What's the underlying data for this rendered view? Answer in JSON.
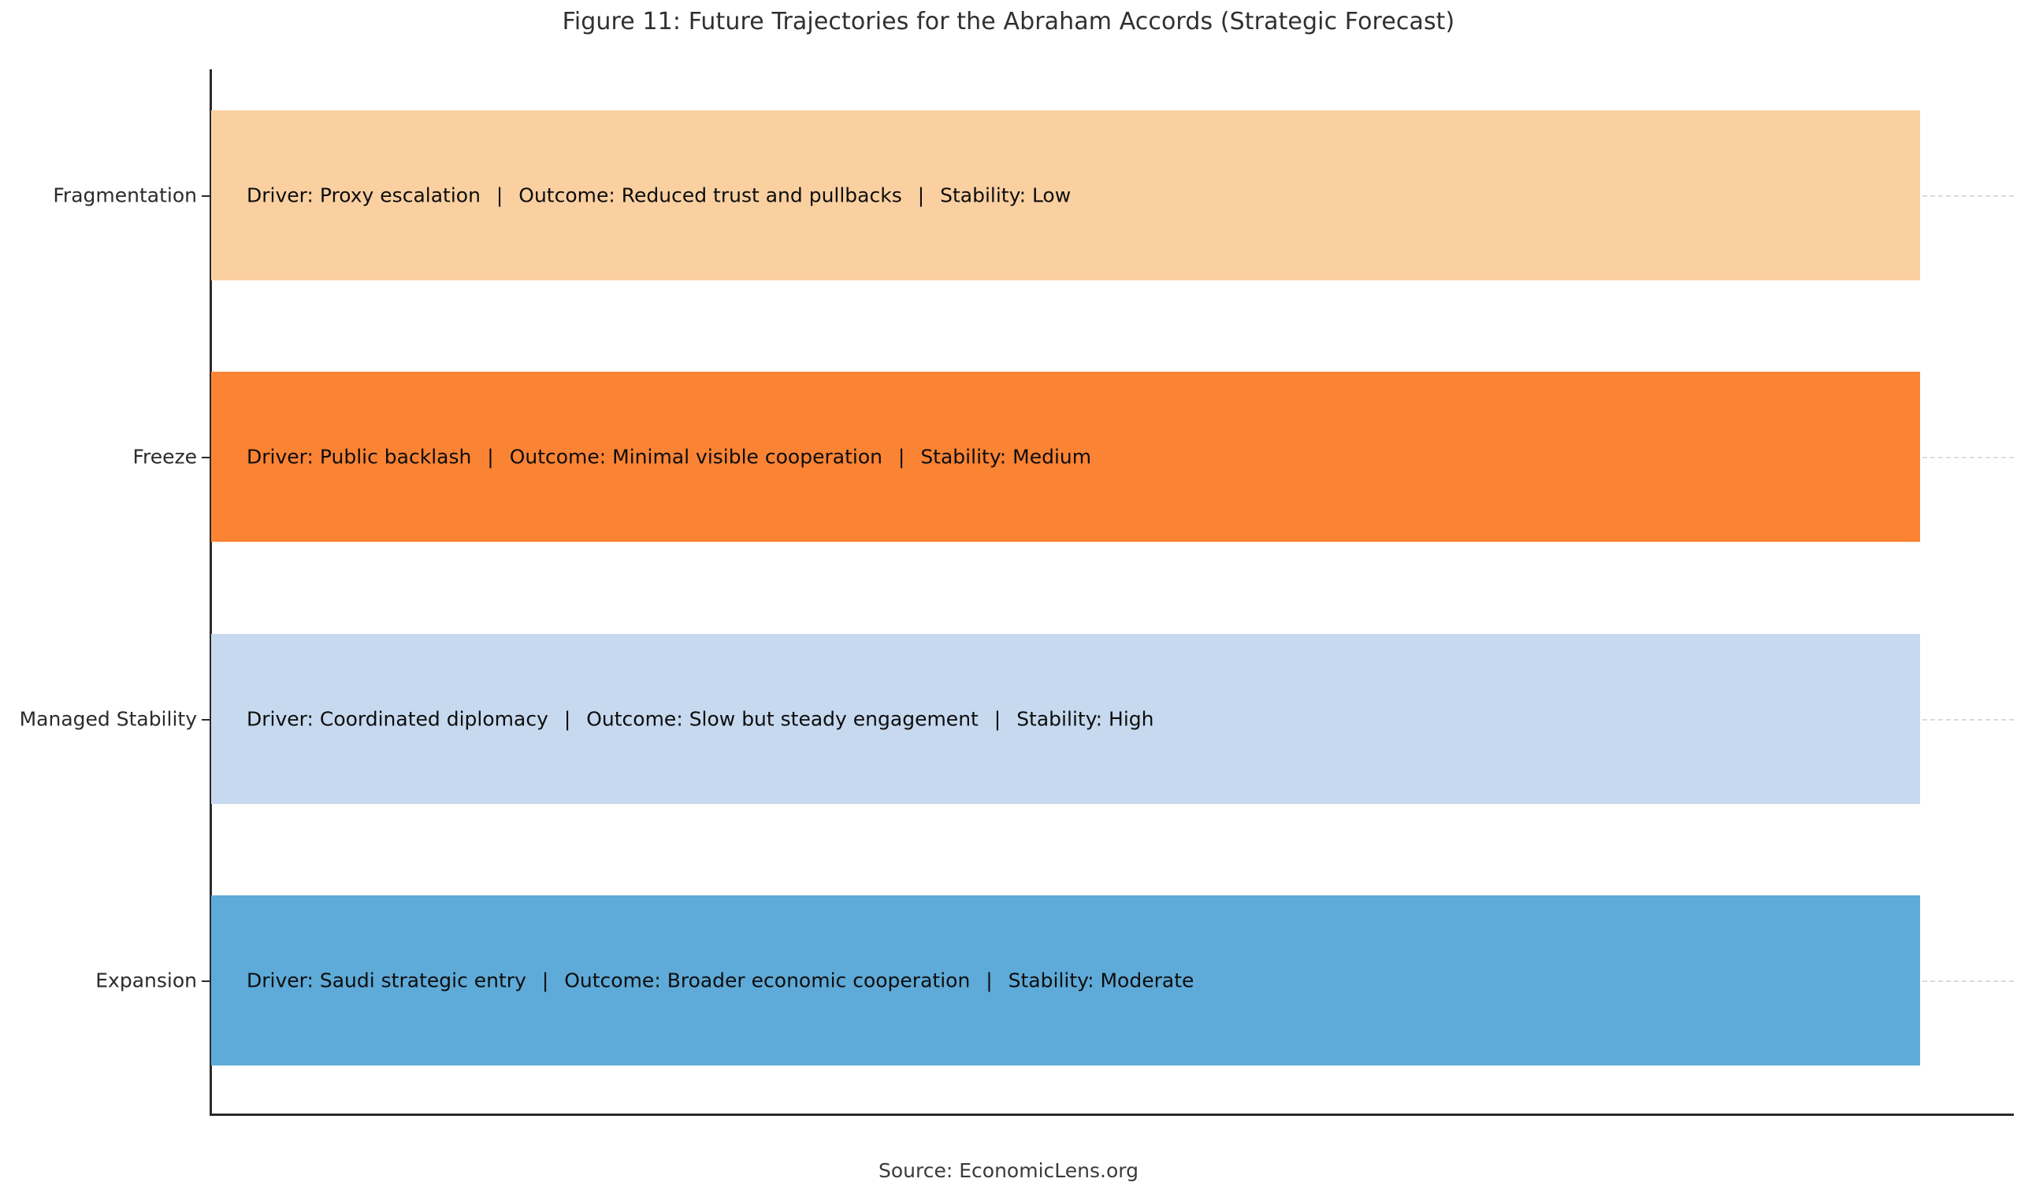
{
  "chart_data": {
    "type": "bar",
    "orientation": "horizontal",
    "title": "Figure 11: Future Trajectories for the Abraham Accords (Strategic Forecast)",
    "xlabel": "",
    "ylabel": "",
    "grid": true,
    "legend": null,
    "source_note": "Source: EconomicLens.org",
    "categories": [
      "Expansion",
      "Managed Stability",
      "Freeze",
      "Fragmentation"
    ],
    "values": [
      1,
      1,
      1,
      1
    ],
    "xlim": [
      0,
      1.055
    ],
    "note": "All four scenario bars are drawn to equal length; the bar value encodes presence of a scenario, not a magnitude.",
    "colors": [
      "#5eaad8",
      "#c6d9ef",
      "#fa8334",
      "#fbd0a1"
    ],
    "series": [
      {
        "name": "Scenario bars",
        "values": [
          1,
          1,
          1,
          1
        ]
      }
    ],
    "points": [
      {
        "category": "Fragmentation",
        "value": 1,
        "color": "#fbd0a1",
        "driver_label": "Driver: Proxy escalation",
        "outcome_label": "Outcome: Reduced trust and pullbacks",
        "stability_label": "Stability: Low",
        "separator": "|",
        "driver": "Proxy escalation",
        "outcome": "Reduced trust and pullbacks",
        "stability": "Low"
      },
      {
        "category": "Freeze",
        "value": 1,
        "color": "#fa8334",
        "driver_label": "Driver: Public backlash",
        "outcome_label": "Outcome: Minimal visible cooperation",
        "stability_label": "Stability: Medium",
        "separator": "|",
        "driver": "Public backlash",
        "outcome": "Minimal visible cooperation",
        "stability": "Medium"
      },
      {
        "category": "Managed Stability",
        "value": 1,
        "color": "#c6d9ef",
        "driver_label": "Driver: Coordinated diplomacy",
        "outcome_label": "Outcome: Slow but steady engagement",
        "stability_label": "Stability: High",
        "separator": "|",
        "driver": "Coordinated diplomacy",
        "outcome": "Slow but steady engagement",
        "stability": "High"
      },
      {
        "category": "Expansion",
        "value": 1,
        "color": "#5eaad8",
        "driver_label": "Driver: Saudi strategic entry",
        "outcome_label": "Outcome: Broader economic cooperation",
        "stability_label": "Stability: Moderate",
        "separator": "|",
        "driver": "Saudi strategic entry",
        "outcome": "Broader economic cooperation",
        "stability": "Moderate"
      }
    ]
  },
  "axis": {
    "ytick_labels": [
      "Fragmentation",
      "Freeze",
      "Managed Stability",
      "Expansion"
    ]
  },
  "footer": {
    "source": "Source: EconomicLens.org"
  }
}
